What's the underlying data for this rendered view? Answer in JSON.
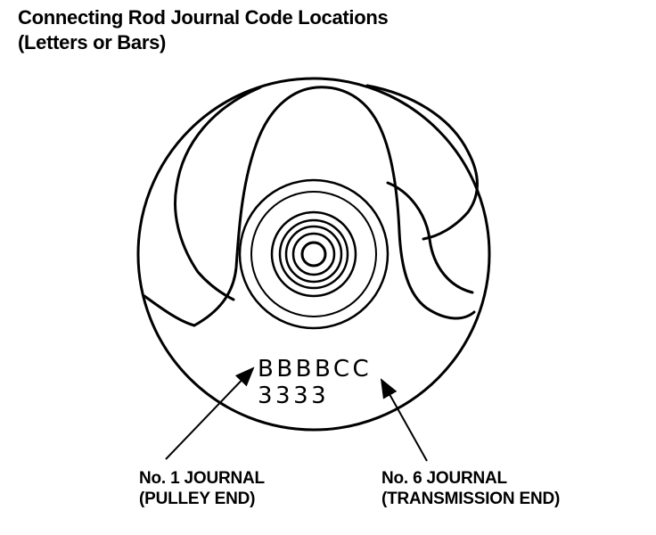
{
  "title": {
    "line1": "Connecting Rod Journal Code Locations",
    "line2": "(Letters or Bars)"
  },
  "stamp": {
    "letters": "BBBBCC",
    "numbers": "3333"
  },
  "callouts": {
    "left": {
      "line1": "No. 1 JOURNAL",
      "line2": "(PULLEY END)"
    },
    "right": {
      "line1": "No. 6 JOURNAL",
      "line2": "(TRANSMISSION END)"
    }
  }
}
